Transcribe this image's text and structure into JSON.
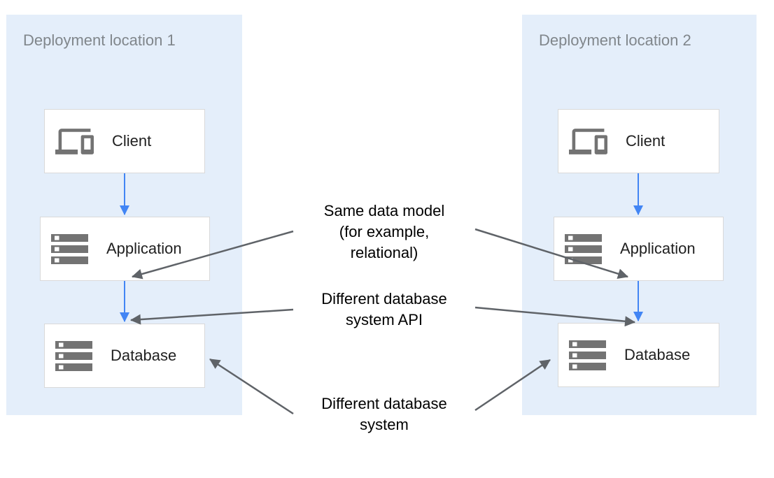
{
  "diagram": {
    "locations": [
      {
        "title": "Deployment location 1",
        "nodes": [
          {
            "label": "Client",
            "icon": "devices-icon"
          },
          {
            "label": "Application",
            "icon": "storage-icon"
          },
          {
            "label": "Database",
            "icon": "storage-icon"
          }
        ]
      },
      {
        "title": "Deployment location 2",
        "nodes": [
          {
            "label": "Client",
            "icon": "devices-icon"
          },
          {
            "label": "Application",
            "icon": "storage-icon"
          },
          {
            "label": "Database",
            "icon": "storage-icon"
          }
        ]
      }
    ],
    "annotations": [
      {
        "text": "Same data model\n(for example,\nrelational)"
      },
      {
        "text": "Different database\nsystem API"
      },
      {
        "text": "Different database\nsystem"
      }
    ],
    "connections": {
      "flows": [
        {
          "from": "Client",
          "to": "Application",
          "location": "Deployment location 1"
        },
        {
          "from": "Application",
          "to": "Database",
          "location": "Deployment location 1"
        },
        {
          "from": "Client",
          "to": "Application",
          "location": "Deployment location 2"
        },
        {
          "from": "Application",
          "to": "Database",
          "location": "Deployment location 2"
        }
      ],
      "callouts": [
        {
          "label": "Same data model (for example, relational)",
          "points_to": [
            "Application in Deployment location 1",
            "Application in Deployment location 2"
          ]
        },
        {
          "label": "Different database system API",
          "points_to": [
            "Database in Deployment location 1",
            "Database in Deployment location 2"
          ]
        },
        {
          "label": "Different database system",
          "points_to": [
            "Database in Deployment location 1",
            "Database in Deployment location 2"
          ]
        }
      ]
    },
    "colors": {
      "panel_bg": "#e4eefa",
      "panel_title": "#80868b",
      "node_bg": "#ffffff",
      "node_border": "#d9d9d9",
      "node_label": "#212121",
      "icon_gray": "#737373",
      "flow_arrow": "#4285f4",
      "callout_arrow": "#5f6368",
      "annotation_text": "#000000"
    }
  }
}
